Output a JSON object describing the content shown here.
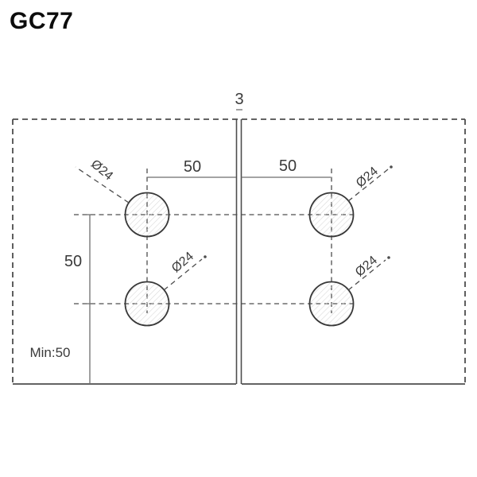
{
  "page": {
    "title": "GC77"
  },
  "colors": {
    "background": "#ffffff",
    "outline": "#4d4d4d",
    "dimension_line": "#6e6e6e",
    "text": "#3a3a3a",
    "title": "#0c0c0c",
    "hatch": "#d9d9d9",
    "hole_stroke": "#383838"
  },
  "drawing": {
    "gap": {
      "label": "3"
    },
    "dimensions": {
      "top_left": "50",
      "top_right": "50",
      "row_spacing": "50",
      "min_edge": "Min:50"
    },
    "holes": [
      {
        "position": "top-left",
        "label": "Ø24"
      },
      {
        "position": "top-right",
        "label": "Ø24"
      },
      {
        "position": "bottom-left",
        "label": "Ø24"
      },
      {
        "position": "bottom-right",
        "label": "Ø24"
      }
    ]
  }
}
